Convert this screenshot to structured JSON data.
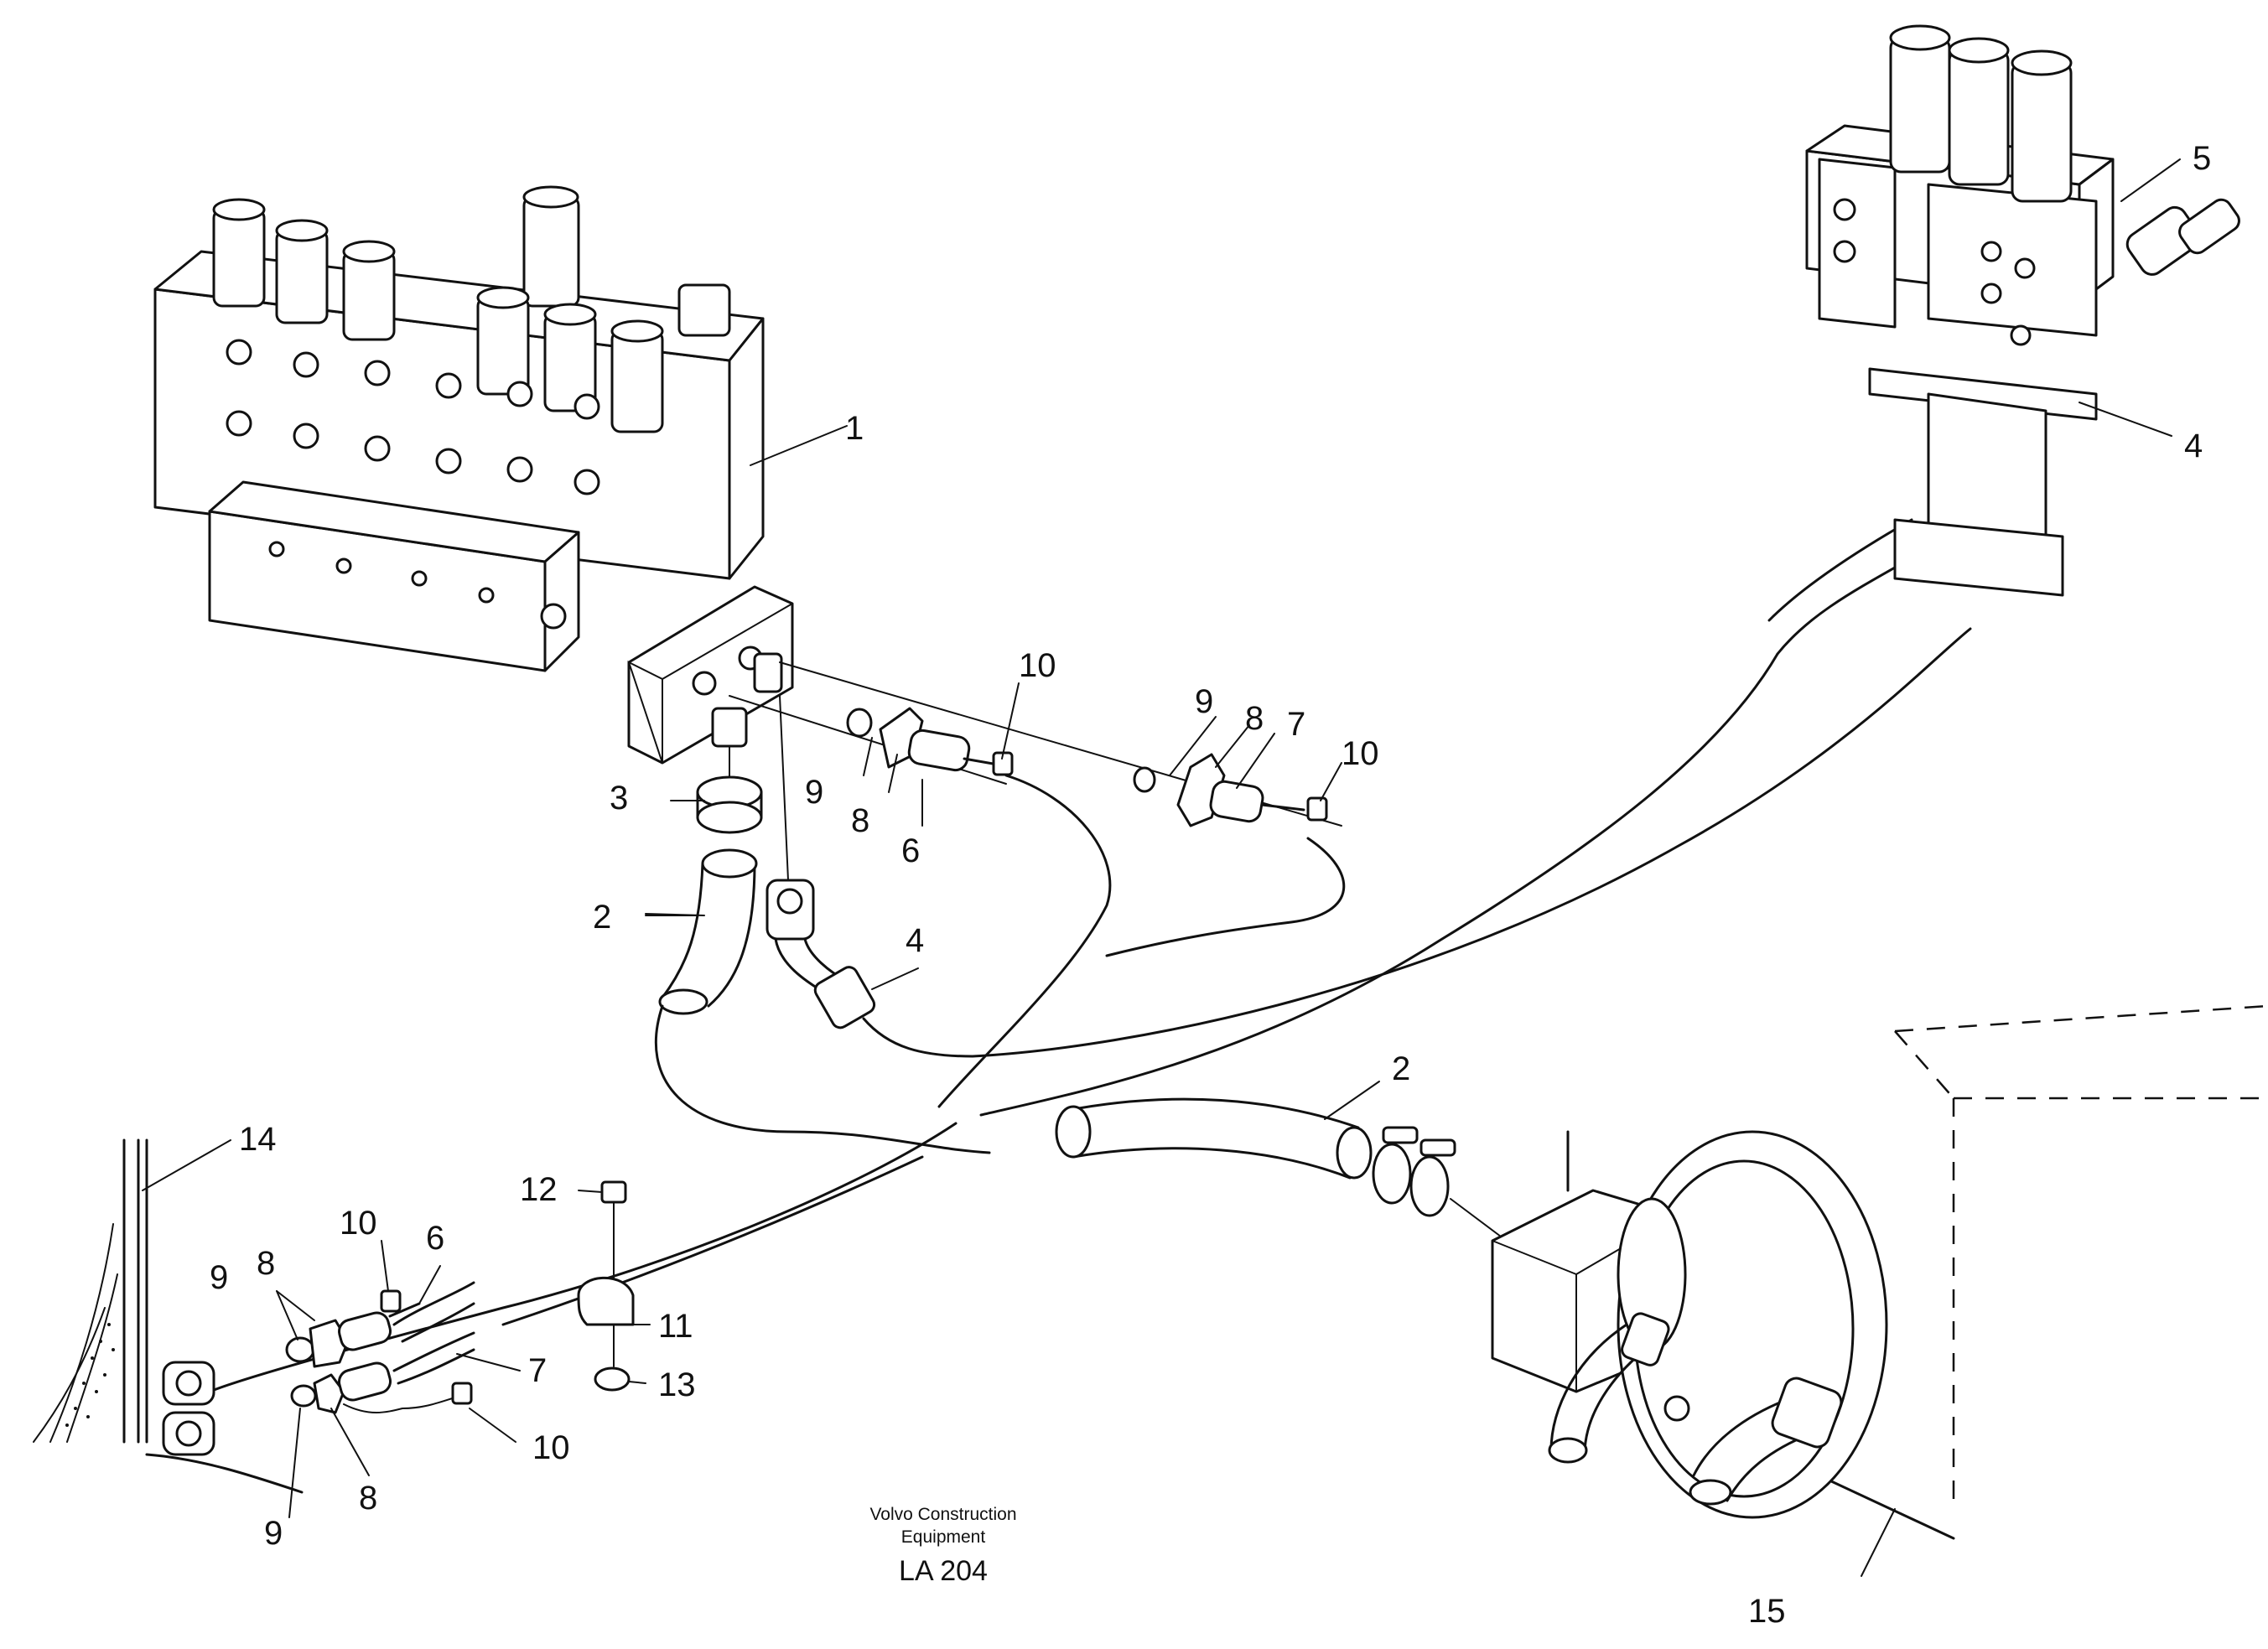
{
  "callouts": {
    "c1": "1",
    "c2a": "2",
    "c2b": "2",
    "c3": "3",
    "c4a": "4",
    "c4b": "4",
    "c5": "5",
    "c6a": "6",
    "c6b": "6",
    "c7a": "7",
    "c7b": "7",
    "c8a": "8",
    "c8b": "8",
    "c8c": "8",
    "c8d": "8",
    "c9a": "9",
    "c9b": "9",
    "c9c": "9",
    "c9d": "9",
    "c10a": "10",
    "c10b": "10",
    "c10c": "10",
    "c10d": "10",
    "c11": "11",
    "c12": "12",
    "c13": "13",
    "c14": "14",
    "c15": "15"
  },
  "footer": {
    "company_line1": "Volvo Construction",
    "company_line2": "Equipment",
    "code": "LA 204"
  }
}
